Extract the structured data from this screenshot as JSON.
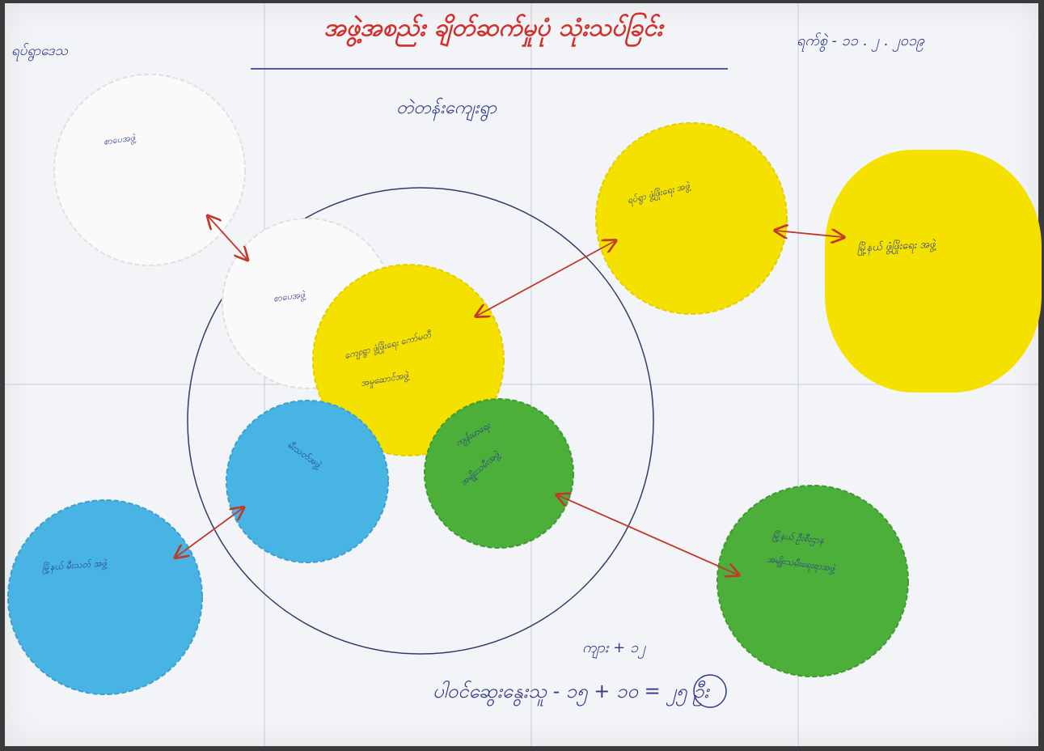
{
  "header": {
    "left_note": "ရပ်ရွာဒေသ",
    "title": "အဖွဲ့အစည်း ချိတ်ဆက်မှုပုံ သုံးသပ်ခြင်း",
    "date": "ရက်စွဲ - ၁၁ . ၂ . ၂၀၁၉",
    "subtitle": "တဲတန်းကျေးရွာ"
  },
  "nodes": {
    "white_outer": "စာပေအဖွဲ့",
    "white_inner": "စာပေအဖွဲ့",
    "yellow_center_line1": "ကျေးရွာ ဖွံ့ဖြိုးရေး ကော်မတီ",
    "yellow_center_line2": "အမှုဆောင်အဖွဲ့",
    "yellow_top": "ရပ်ရွာ ဖွံ့ဖြိုးရေး အဖွဲ့",
    "yellow_right": "မြို့နယ် ဖွံ့ဖြိုးရေး အဖွဲ့",
    "blue_inner": "မီးသတ်အဖွဲ့",
    "blue_outer": "မြို့နယ် မီးသတ် အဖွဲ့",
    "green_inner_line1": "ကျန်းမာရေး",
    "green_inner_line2": "အမျိုးသမီးအဖွဲ့",
    "green_outer_line1": "မြို့နယ် ဦးစီးဌာန",
    "green_outer_line2": "အမျိုးသမီးရေးရာအဖွဲ့"
  },
  "footer": {
    "tally_top": "ကျား + ၁၂",
    "participants": "ပါဝင်ဆွေးနွေးသူ - ၁၅ + ၁၀ = ၂၅ ဦး"
  },
  "colors": {
    "title_red": "#d2302c",
    "ink_blue": "#2b3a8c",
    "arrow_red": "#c0392b",
    "yellow": "#f5e100",
    "blue": "#48b4e4",
    "green": "#4caf3a",
    "white_paper": "#fafafa"
  }
}
